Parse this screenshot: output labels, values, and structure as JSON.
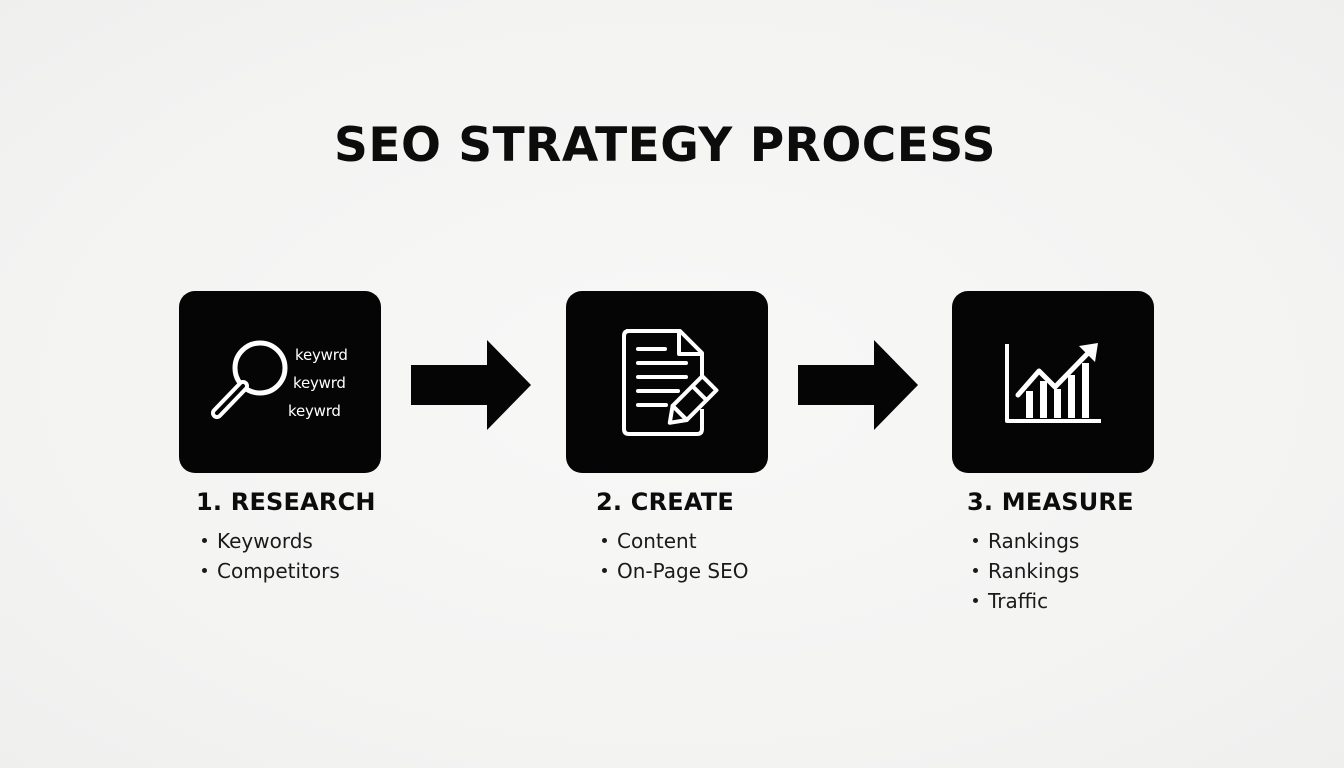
{
  "title": "SEO STRATEGY PROCESS",
  "steps": [
    {
      "label": "1. RESEARCH",
      "icon": "magnifier-keywords-icon",
      "icon_text": [
        "keywrd",
        "keywrd",
        "keywrd"
      ],
      "items": [
        "Keywords",
        "Competitors"
      ]
    },
    {
      "label": "2. CREATE",
      "icon": "document-pencil-icon",
      "items": [
        "Content",
        "On-Page SEO"
      ]
    },
    {
      "label": "3. MEASURE",
      "icon": "growth-chart-icon",
      "items": [
        "Rankings",
        "Rankings",
        "Traffic"
      ]
    }
  ],
  "colors": {
    "background": "#f5f5f4",
    "tile": "#050505",
    "icon": "#ffffff",
    "text": "#0c0c0c"
  }
}
